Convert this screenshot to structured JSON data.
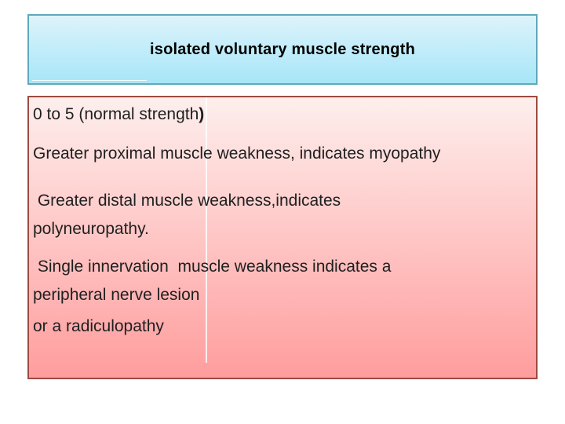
{
  "title": {
    "text": "isolated voluntary muscle strength"
  },
  "body": {
    "lines": [
      {
        "text": "0 to 5 (normal strength",
        "bold_tail": ")"
      },
      {
        "text": "Greater proximal muscle weakness, indicates myopathy"
      },
      {
        "text": " Greater distal muscle weakness,indicates"
      },
      {
        "text": "polyneuropathy."
      },
      {
        "text": " Single innervation  muscle weakness indicates a"
      },
      {
        "text": "peripheral nerve lesion"
      },
      {
        "text": "or a radiculopathy"
      }
    ]
  },
  "colors": {
    "header_fill_top": "#ddf3fb",
    "header_fill_bottom": "#a7e6f8",
    "header_border": "#5fa8bc",
    "body_fill_top": "#fdefed",
    "body_fill_bottom": "#ff9d9d",
    "body_border": "#9c4a42",
    "title_color": "#000000",
    "body_text_color": "#1f1f1f"
  }
}
